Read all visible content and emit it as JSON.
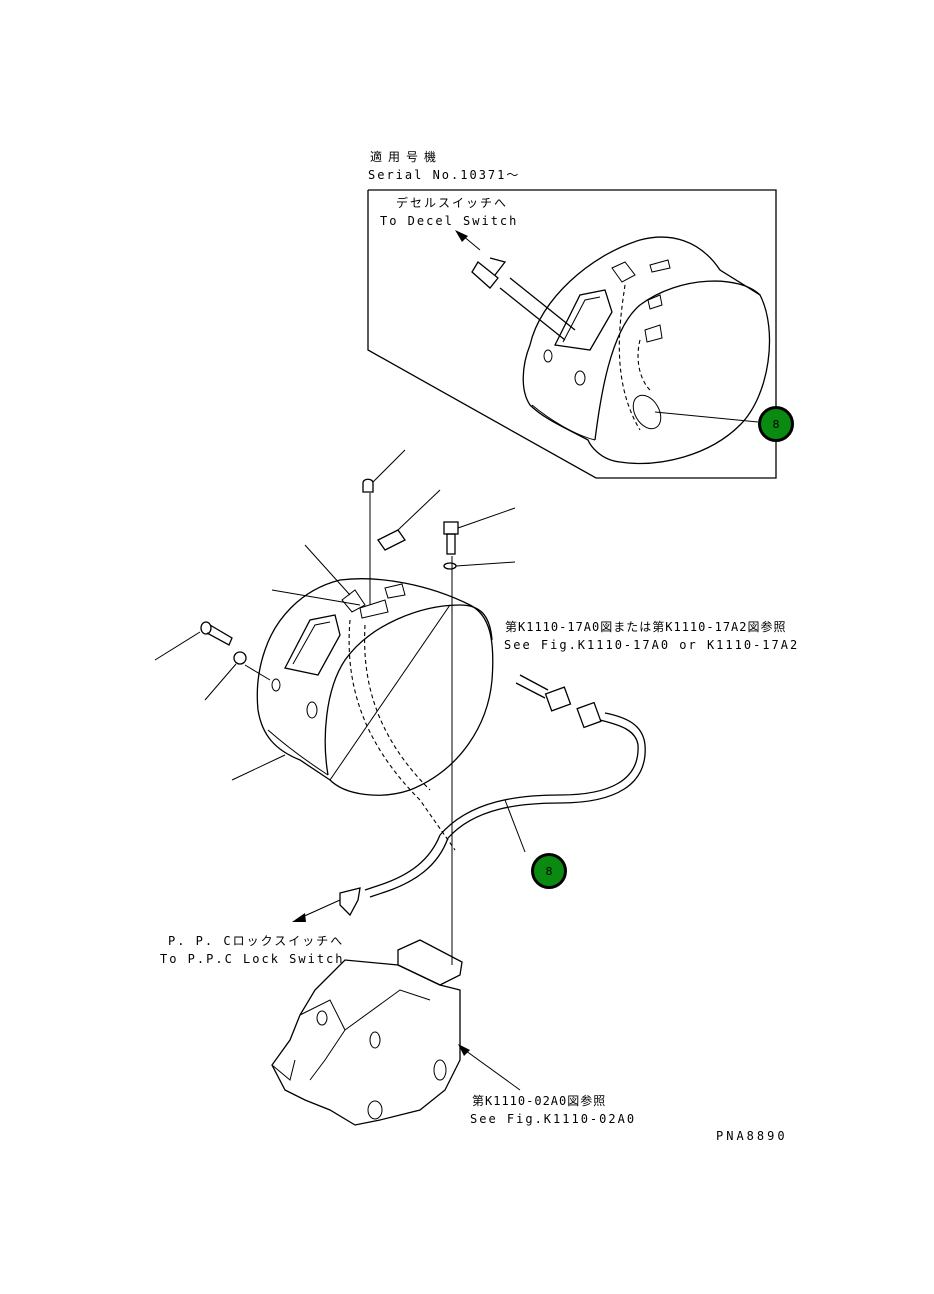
{
  "inset": {
    "title_jp": "適用号機",
    "title_en": "Serial No.10371〜",
    "decel_jp": "デセルスイッチへ",
    "decel_en": "To Decel Switch"
  },
  "refs": {
    "k1110_17_jp": "第K1110-17A0図または第K1110-17A2図参照",
    "k1110_17_en": "See Fig.K1110-17A0 or K1110-17A2",
    "ppc_jp": "P. P. Cロックスイッチへ",
    "ppc_en": "To P.P.C Lock Switch",
    "k1110_02_jp": "第K1110-02A0図参照",
    "k1110_02_en": "See Fig.K1110-02A0"
  },
  "callouts": {
    "inset_callout": "8",
    "main_callout": "8"
  },
  "drawing_number": "PNA8890",
  "colors": {
    "callout_fill": "#0a8a10",
    "line": "#000000",
    "background": "#ffffff"
  }
}
